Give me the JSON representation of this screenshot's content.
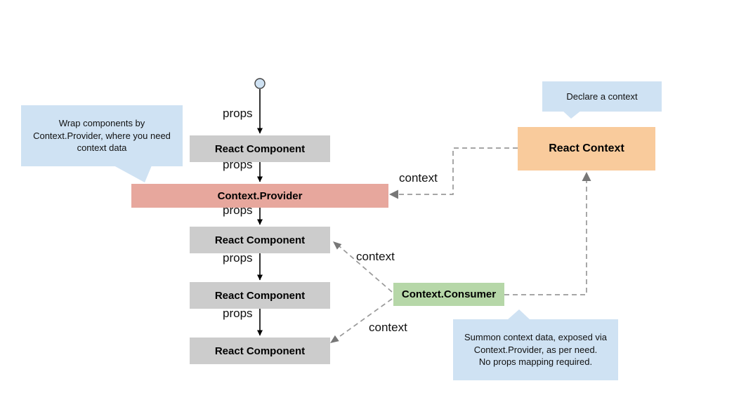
{
  "colors": {
    "background": "#ffffff",
    "gray_box": "#cccccc",
    "provider_box": "#e7a79d",
    "context_box": "#f9cb9c",
    "consumer_box": "#b6d7a8",
    "callout": "#cfe2f3",
    "dashed_line": "#999999",
    "solid_line": "#000000"
  },
  "nodes": {
    "react_component_1": "React Component",
    "context_provider": "Context.Provider",
    "react_component_2": "React Component",
    "react_component_3": "React Component",
    "react_component_4": "React Component",
    "react_context": "React Context",
    "context_consumer": "Context.Consumer"
  },
  "edge_labels": {
    "props_1": "props",
    "props_2": "props",
    "props_3": "props",
    "props_4": "props",
    "props_5": "props",
    "context_to_provider": "context",
    "consumer_to_component_upper": "context",
    "consumer_to_component_lower": "context"
  },
  "callouts": {
    "wrap_provider": "Wrap components by Context.Provider, where you need context data",
    "declare_context": "Declare a context",
    "summon_line1": "Summon context data, exposed via Context.Provider, as per need.",
    "summon_line2": "No props mapping required."
  }
}
